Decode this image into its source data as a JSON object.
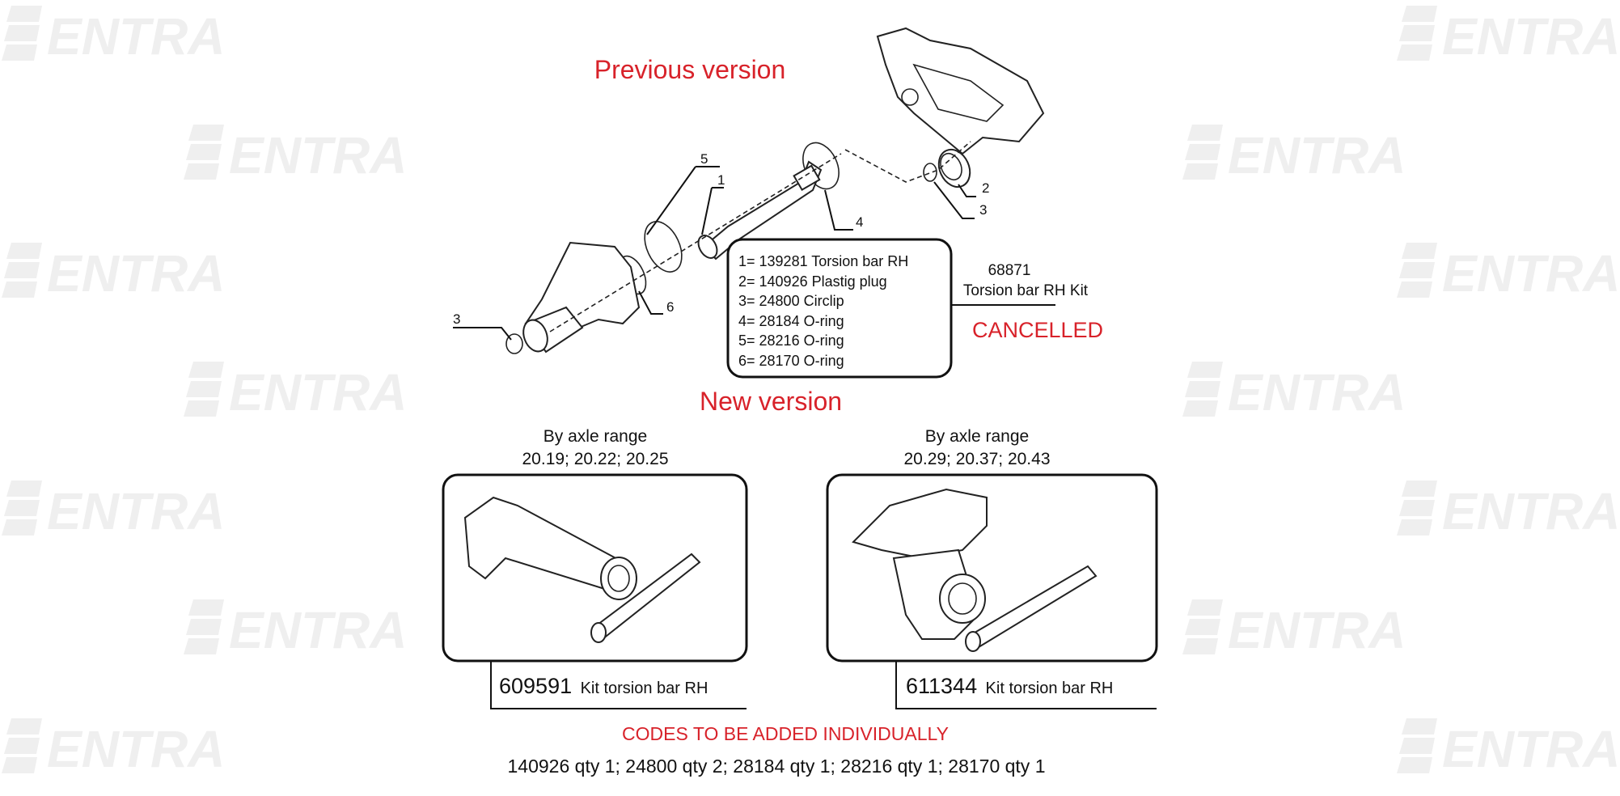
{
  "watermark": {
    "text": "ENTRA"
  },
  "previous": {
    "title": "Previous version",
    "callouts": [
      "5",
      "1",
      "4",
      "2",
      "3",
      "3",
      "6"
    ],
    "parts": [
      "1= 139281 Torsion bar RH",
      "2= 140926 Plastig plug",
      "3= 24800 Circlip",
      "4= 28184 O-ring",
      "5= 28216 O-ring",
      "6= 28170 O-ring"
    ],
    "kit_code": "68871",
    "kit_name": "Torsion bar RH Kit",
    "status": "CANCELLED"
  },
  "new": {
    "title": "New version",
    "kits": [
      {
        "range_label": "By axle range",
        "ranges": "20.19; 20.22; 20.25",
        "code": "609591",
        "name": "Kit torsion bar RH"
      },
      {
        "range_label": "By axle range",
        "ranges": "20.29; 20.37; 20.43",
        "code": "611344",
        "name": "Kit torsion bar RH"
      }
    ]
  },
  "footer": {
    "notice": "CODES TO BE ADDED INDIVIDUALLY",
    "codes": "140926 qty 1; 24800 qty 2; 28184 qty 1; 28216 qty 1; 28170 qty 1"
  },
  "colors": {
    "accent_red": "#d8222a",
    "watermark": "#efefef"
  }
}
